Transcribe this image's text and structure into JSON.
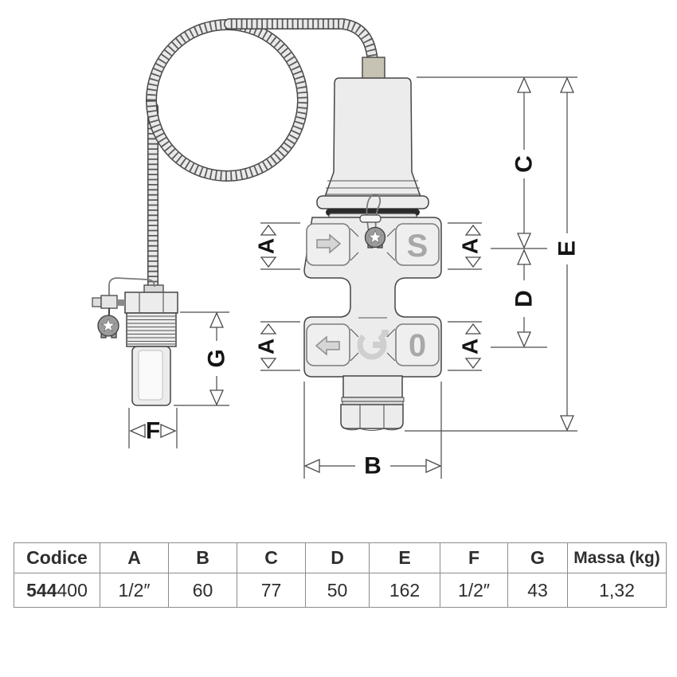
{
  "diagram": {
    "labels": {
      "a": "A",
      "b": "B",
      "c": "C",
      "d": "D",
      "e": "E",
      "f": "F",
      "g": "G"
    },
    "port_glyphs": {
      "upper_right": "S",
      "lower_right": "0"
    },
    "colors": {
      "line": "#4a4a4a",
      "body_fill": "#ececec",
      "glyph_gray": "#a8a8a8",
      "connector_tan": "#c7c3b4",
      "seal_gray": "#9b9b9b",
      "oring_dark": "#2a2a2a"
    }
  },
  "table": {
    "headers": [
      "Codice",
      "A",
      "B",
      "C",
      "D",
      "E",
      "F",
      "G",
      "Massa (kg)"
    ],
    "row": {
      "code_bold": "544",
      "code_rest": "400",
      "a": "1/2″",
      "b": "60",
      "c": "77",
      "d": "50",
      "e": "162",
      "f": "1/2″",
      "g": "43",
      "massa": "1,32"
    }
  }
}
